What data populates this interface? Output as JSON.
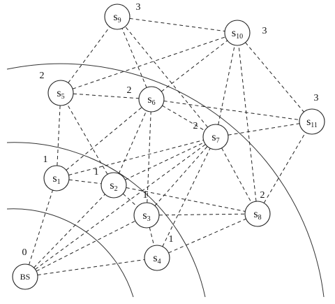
{
  "diagram": {
    "nodes": [
      {
        "id": "BS",
        "text": "BS",
        "sub": "",
        "level": "0"
      },
      {
        "id": "s1",
        "text": "s",
        "sub": "1",
        "level": "1"
      },
      {
        "id": "s2",
        "text": "s",
        "sub": "2",
        "level": "1"
      },
      {
        "id": "s3",
        "text": "s",
        "sub": "3",
        "level": "1"
      },
      {
        "id": "s4",
        "text": "s",
        "sub": "4",
        "level": "1"
      },
      {
        "id": "s5",
        "text": "s",
        "sub": "5",
        "level": "2"
      },
      {
        "id": "s6",
        "text": "s",
        "sub": "6",
        "level": "2"
      },
      {
        "id": "s7",
        "text": "s",
        "sub": "7",
        "level": "2"
      },
      {
        "id": "s8",
        "text": "s",
        "sub": "8",
        "level": "2"
      },
      {
        "id": "s9",
        "text": "s",
        "sub": "9",
        "level": "3"
      },
      {
        "id": "s10",
        "text": "s",
        "sub": "10",
        "level": "3"
      },
      {
        "id": "s11",
        "text": "s",
        "sub": "11",
        "level": "3"
      }
    ],
    "edges": [
      [
        "BS",
        "s1"
      ],
      [
        "BS",
        "s2"
      ],
      [
        "BS",
        "s3"
      ],
      [
        "BS",
        "s4"
      ],
      [
        "BS",
        "s7"
      ],
      [
        "s1",
        "s2"
      ],
      [
        "s1",
        "s5"
      ],
      [
        "s1",
        "s6"
      ],
      [
        "s1",
        "s7"
      ],
      [
        "s2",
        "s3"
      ],
      [
        "s2",
        "s5"
      ],
      [
        "s2",
        "s6"
      ],
      [
        "s2",
        "s7"
      ],
      [
        "s2",
        "s8"
      ],
      [
        "s3",
        "s4"
      ],
      [
        "s3",
        "s6"
      ],
      [
        "s3",
        "s7"
      ],
      [
        "s3",
        "s8"
      ],
      [
        "s4",
        "s7"
      ],
      [
        "s4",
        "s8"
      ],
      [
        "s5",
        "s6"
      ],
      [
        "s5",
        "s9"
      ],
      [
        "s5",
        "s10"
      ],
      [
        "s6",
        "s7"
      ],
      [
        "s6",
        "s9"
      ],
      [
        "s6",
        "s10"
      ],
      [
        "s6",
        "s11"
      ],
      [
        "s7",
        "s8"
      ],
      [
        "s7",
        "s9"
      ],
      [
        "s7",
        "s10"
      ],
      [
        "s7",
        "s11"
      ],
      [
        "s8",
        "s10"
      ],
      [
        "s8",
        "s11"
      ],
      [
        "s9",
        "s10"
      ],
      [
        "s10",
        "s11"
      ]
    ]
  }
}
